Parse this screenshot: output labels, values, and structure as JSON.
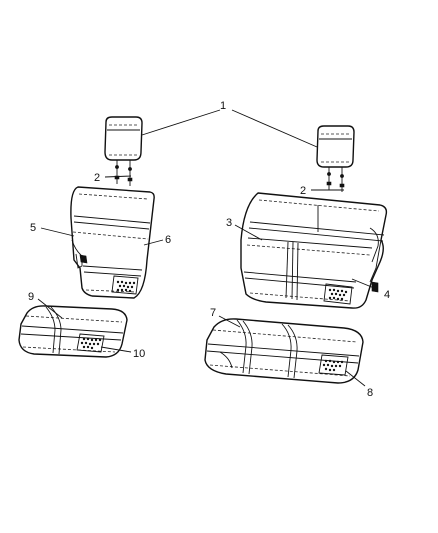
{
  "callouts": {
    "c1": "1",
    "c2_left": "2",
    "c2_right": "2",
    "c3": "3",
    "c4": "4",
    "c5": "5",
    "c6": "6",
    "c7": "7",
    "c8": "8",
    "c9": "9",
    "c10": "10"
  }
}
